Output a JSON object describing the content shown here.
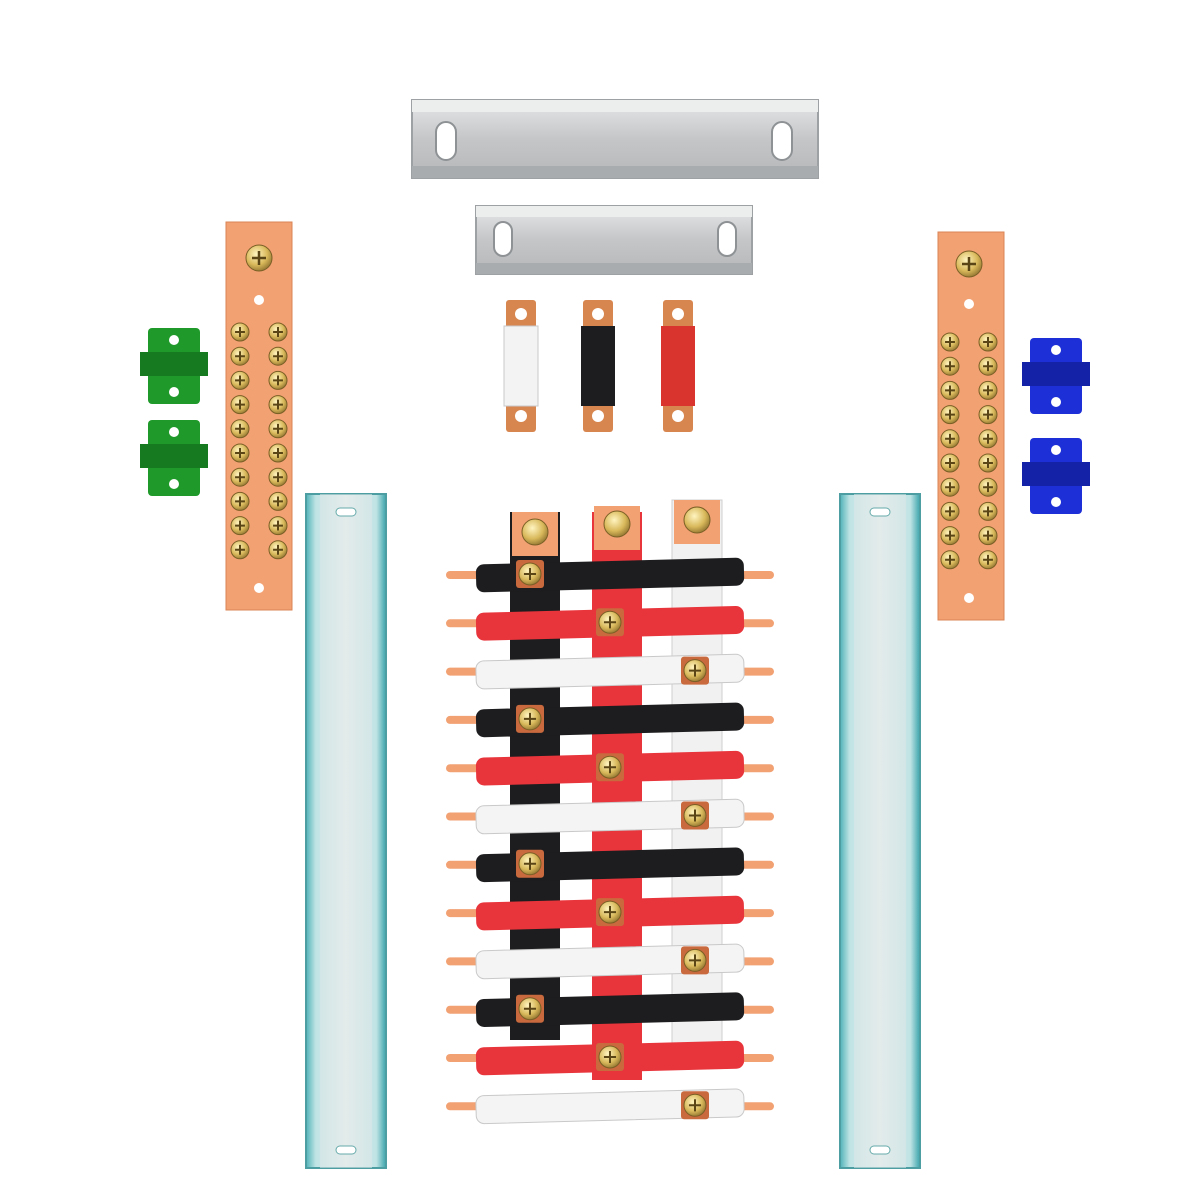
{
  "colors": {
    "background": "#ffffff",
    "copper": "#f2a173",
    "copper_dark": "#c9693e",
    "aluminum": "#c9cbcd",
    "green_insulator": "#1f9a2a",
    "blue_insulator": "#1d2fd6",
    "bar_black": "#1d1d1f",
    "bar_red": "#e8343b",
    "bar_white": "#f4f4f4",
    "din_rail_tint": "#5ec3c9"
  },
  "components": {
    "mounting_plates": 2,
    "phase_links": [
      "white",
      "black",
      "red"
    ],
    "neutral_ground_bars": 2,
    "terminals_per_bar": 20,
    "green_insulators": 2,
    "blue_insulators": 2,
    "din_rails": 2,
    "comb_busbar_rows": [
      "black",
      "red",
      "white",
      "black",
      "red",
      "white",
      "black",
      "red",
      "white",
      "black",
      "red",
      "white"
    ]
  }
}
